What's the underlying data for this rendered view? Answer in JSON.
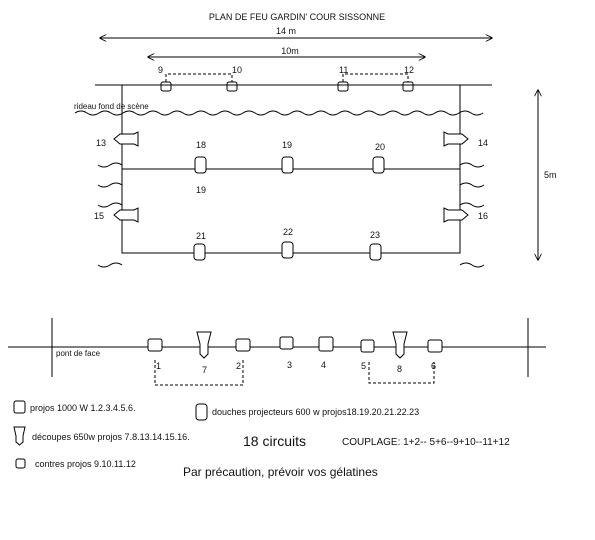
{
  "title": "PLAN DE FEU GARDIN' COUR SISSONNE",
  "dimensions": {
    "width": "14 m",
    "inner_width": "10m",
    "depth": "5m"
  },
  "labels": {
    "rideau": "rideau fond de scène",
    "pont_face": "pont de face"
  },
  "fixture_numbers": {
    "top_contres": [
      "9",
      "10",
      "11",
      "12"
    ],
    "side_left": [
      "13",
      "15"
    ],
    "side_right": [
      "14",
      "16"
    ],
    "douches_row1": [
      "18",
      "19",
      "20"
    ],
    "douches_row1_under": "19",
    "douches_row2": [
      "21",
      "22",
      "23"
    ],
    "face": [
      "1",
      "7",
      "2",
      "3",
      "4",
      "5",
      "8",
      "6"
    ]
  },
  "legend": {
    "projos": "projos 1000 W 1.2.3.4.5.6.",
    "decoupes": "découpes 650w projos 7.8.13.14.15.16.",
    "contres": "contres projos 9.10.11.12",
    "douches": "douches projecteurs 600 w projos18.19.20.21.22.23",
    "circuits": "18 circuits",
    "couplage": "COUPLAGE: 1+2-- 5+6--9+10--11+12",
    "precaution": "Par précaution, prévoir vos gélatines"
  }
}
